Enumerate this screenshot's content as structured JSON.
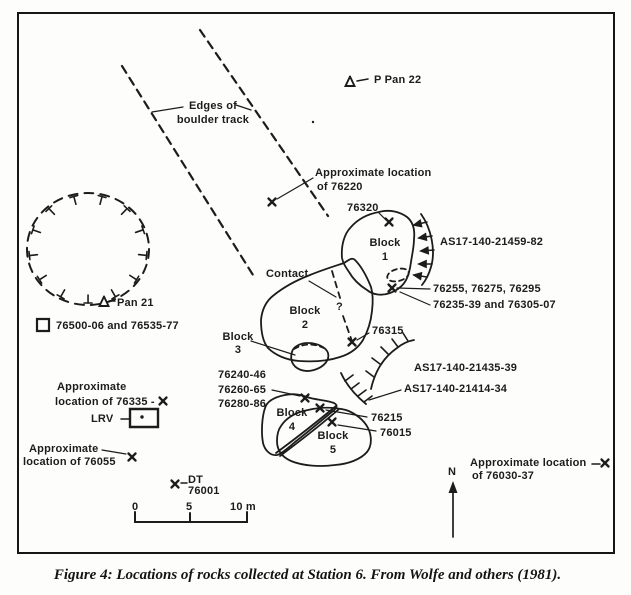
{
  "figure_caption": "Figure 4:  Locations of rocks collected at Station 6.  From Wolfe and others (1981).",
  "map": {
    "boulder_track_label": "Edges of\nboulder track",
    "pan22_label": "P Pan 22",
    "pan21_label": "Pan 21",
    "rake_legend_label": "76500-06 and 76535-77",
    "loc_76220_line1": "Approximate location",
    "loc_76220_line2": "of 76220",
    "sample_76320": "76320",
    "block1_label": "Block\n1",
    "block2_label": "Block\n2",
    "block3_label": "Block\n3",
    "block4_label": "Block\n4",
    "block5_label": "Block\n5",
    "photo_21459": "AS17-140-21459-82",
    "samples_76255": "76255, 76275, 76295",
    "samples_76235": "76235-39 and 76305-07",
    "contact_label": "Contact",
    "contact_query": "?",
    "sample_76315": "76315",
    "photo_21435": "AS17-140-21435-39",
    "photo_21414": "AS17-140-21414-34",
    "samples_76240": "76240-46",
    "samples_76260": "76260-65",
    "samples_76280": "76280-86",
    "sample_76215": "76215",
    "sample_76015": "76015",
    "loc_76335_line1": "Approximate",
    "loc_76335_line2": "location of 76335 -",
    "lrv_label": "LRV",
    "loc_76055_line1": "Approximate",
    "loc_76055_line2": "location of 76055",
    "dt_label": "DT\n76001",
    "scale_0": "0",
    "scale_5": "5",
    "scale_10": "10 m",
    "north_label": "N",
    "loc_76030_line1": "Approximate location",
    "loc_76030_line2": "of 76030-37"
  },
  "colors": {
    "ink": "#1c1c1c",
    "paper": "#fdfdfb"
  }
}
